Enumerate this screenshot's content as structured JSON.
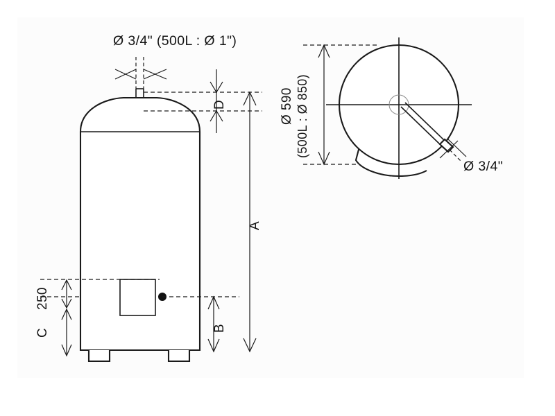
{
  "drawing": {
    "type": "technical-dimensional-drawing",
    "subject": "water-heater-storage-tank",
    "views": [
      {
        "name": "front-elevation",
        "position": "left"
      },
      {
        "name": "top-plan",
        "position": "right"
      }
    ],
    "background_color": "#ffffff",
    "panel_color": "#fcfcfc",
    "line_color": "#1a1a1a"
  },
  "labels": {
    "top_connection": "Ø 3/4\" (500L : Ø 1\")",
    "diameter_main": "Ø 590",
    "diameter_alt": "(500L : Ø 850)",
    "side_connection": "Ø 3/4\"",
    "dim_a": "A",
    "dim_b": "B",
    "dim_c": "C",
    "dim_d": "D",
    "dim_250": "250"
  },
  "dimensions": {
    "A": {
      "label": "A",
      "meaning": "overall-height",
      "value": null
    },
    "B": {
      "label": "B",
      "meaning": "lower-connection-height",
      "value": null
    },
    "C": {
      "label": "C",
      "meaning": "panel-lower-height",
      "value": null
    },
    "D": {
      "label": "D",
      "meaning": "top-nozzle-height",
      "value": null
    },
    "250": {
      "label": "250",
      "meaning": "panel-offset",
      "value": 250,
      "unit": "mm"
    },
    "diameter": {
      "label": "Ø 590",
      "value": 590,
      "unit": "mm",
      "alt_label": "(500L : Ø 850)",
      "alt_value": 850
    }
  }
}
